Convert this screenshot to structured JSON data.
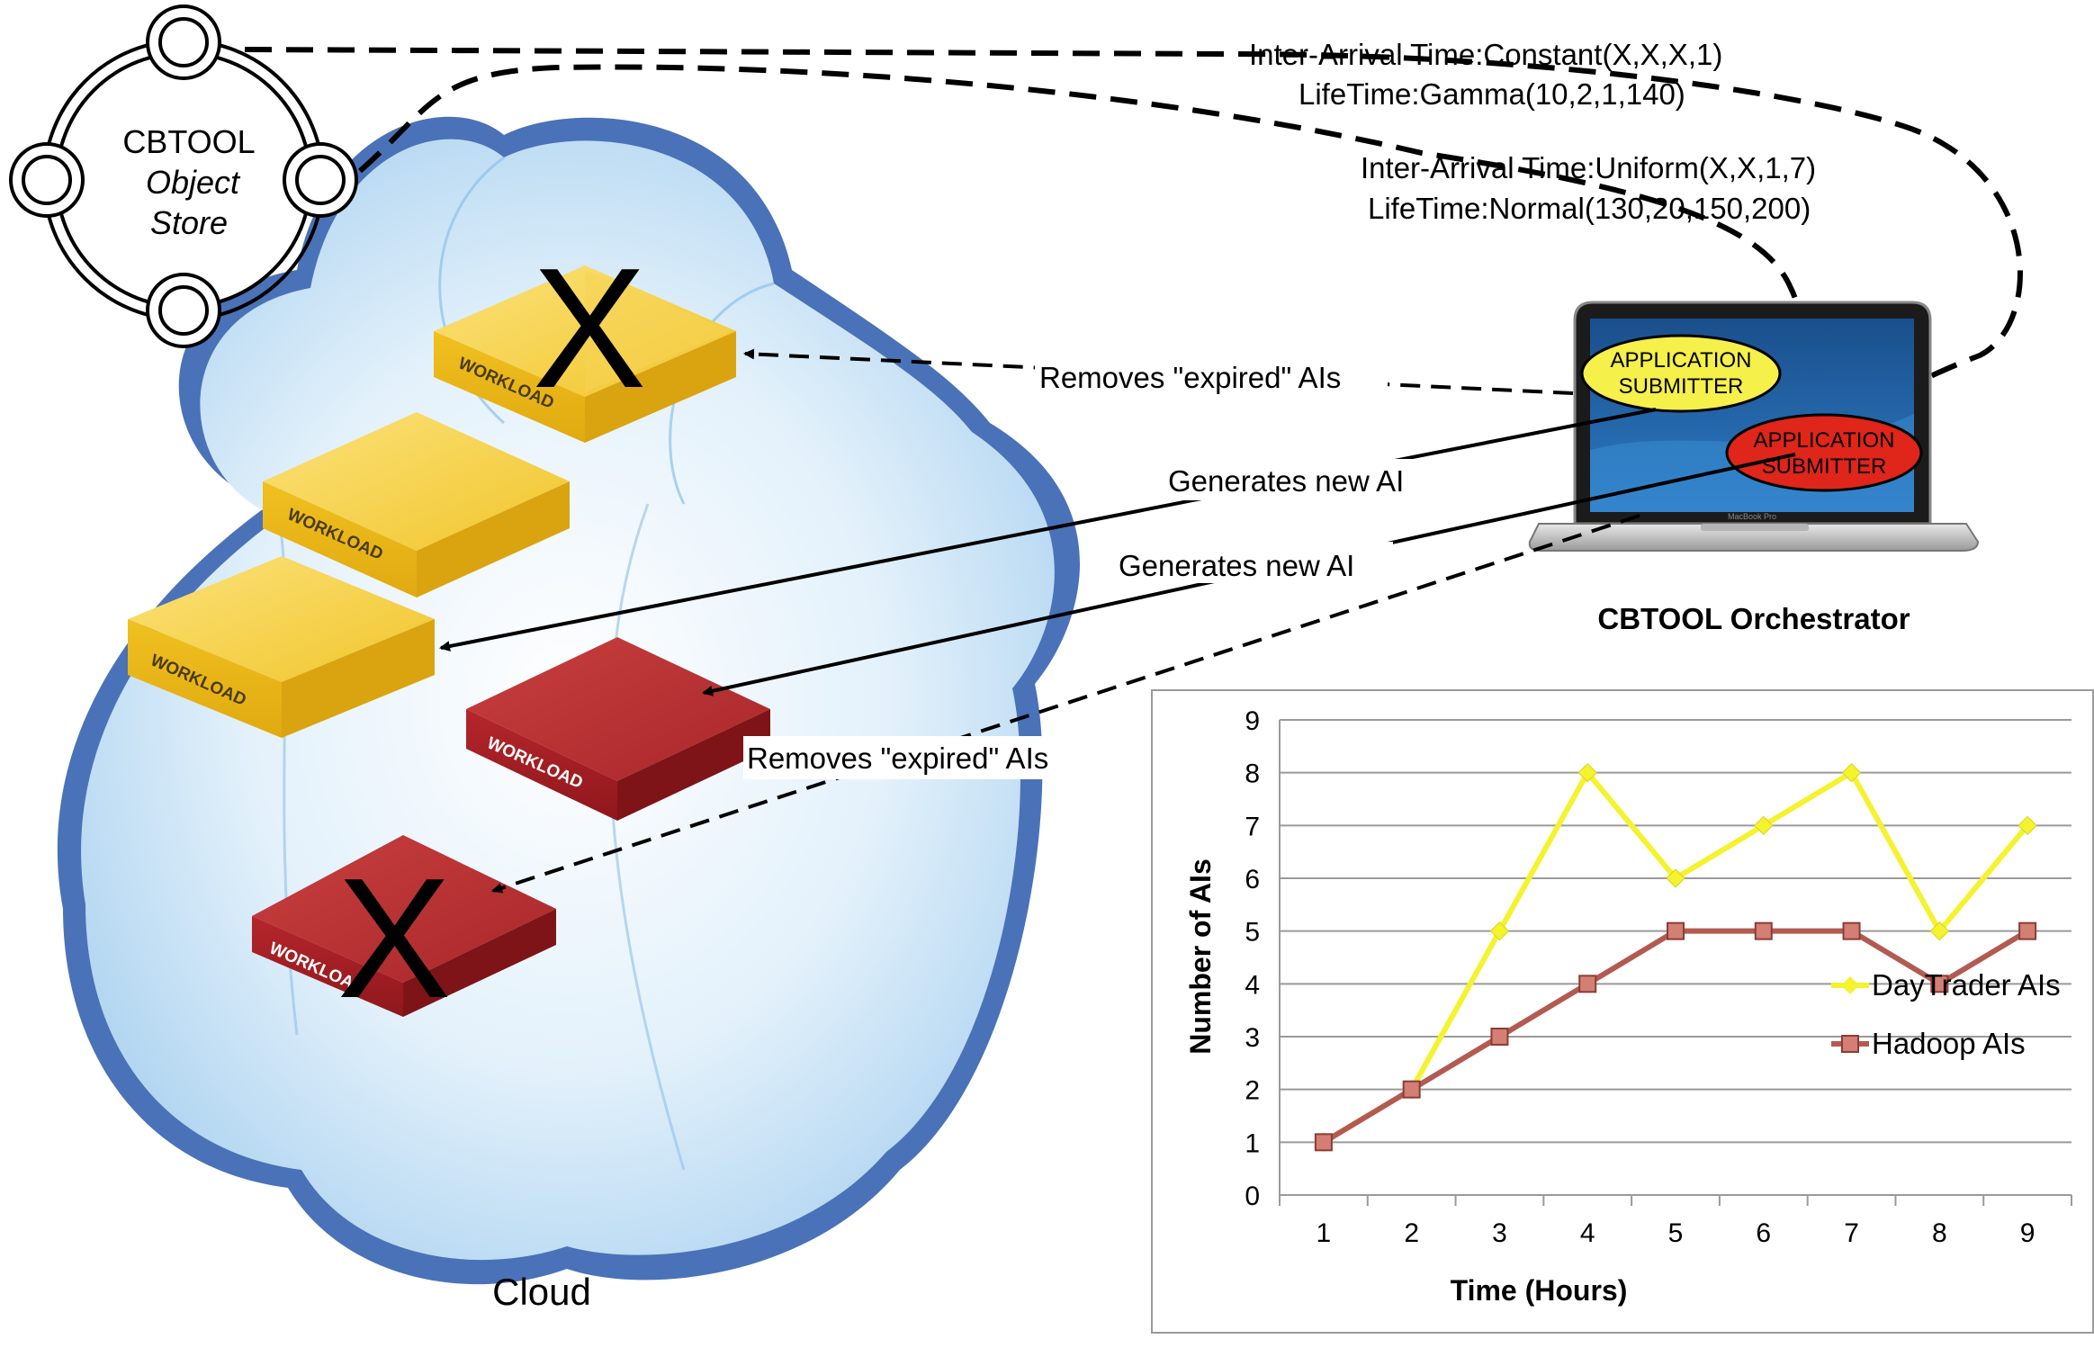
{
  "object_store": {
    "title": "CBTOOL",
    "subtitle_line1": "Object",
    "subtitle_line2": "Store"
  },
  "annotations": {
    "arrival_constant": "Inter-Arrival Time:Constant(X,X,X,1)",
    "lifetime_gamma": "LifeTime:Gamma(10,2,1,140)",
    "arrival_uniform": "Inter-Arrival Time:Uniform(X,X,1,7)",
    "lifetime_normal": "LifeTime:Normal(130,20,150,200)"
  },
  "flows": {
    "removes_top": "Removes \"expired\" AIs",
    "generates_1": "Generates new AI",
    "generates_2": "Generates new AI",
    "removes_bottom": "Removes \"expired\" AIs"
  },
  "orchestrator": {
    "title": "CBTOOL Orchestrator",
    "submitter_yellow_line1": "APPLICATION",
    "submitter_yellow_line2": "SUBMITTER",
    "submitter_red_line1": "APPLICATION",
    "submitter_red_line2": "SUBMITTER",
    "brand": "MacBook Pro"
  },
  "cloud": {
    "label": "Cloud",
    "workload_label": "WORKLOAD",
    "expired_mark": "X"
  },
  "colors": {
    "cloud_border": "#4a72b8",
    "workload_yellow": "#f0c020",
    "workload_red": "#b3242a",
    "daytrader_line": "#f5f22e",
    "hadoop_line": "#b35a52"
  },
  "chart_data": {
    "type": "line",
    "x": [
      1,
      2,
      3,
      4,
      5,
      6,
      7,
      8,
      9
    ],
    "series": [
      {
        "name": "DayTrader AIs",
        "values": [
          1,
          2,
          5,
          8,
          6,
          7,
          8,
          5,
          7
        ]
      },
      {
        "name": "Hadoop AIs",
        "values": [
          1,
          2,
          3,
          4,
          5,
          5,
          5,
          4,
          5
        ]
      }
    ],
    "xlabel": "Time (Hours)",
    "ylabel": "Number of AIs",
    "ylim": [
      0,
      9
    ],
    "y_ticks": [
      "0",
      "1",
      "2",
      "3",
      "4",
      "5",
      "6",
      "7",
      "8",
      "9"
    ],
    "x_ticks": [
      "1",
      "2",
      "3",
      "4",
      "5",
      "6",
      "7",
      "8",
      "9"
    ],
    "grid": true,
    "legend_position": "right"
  }
}
